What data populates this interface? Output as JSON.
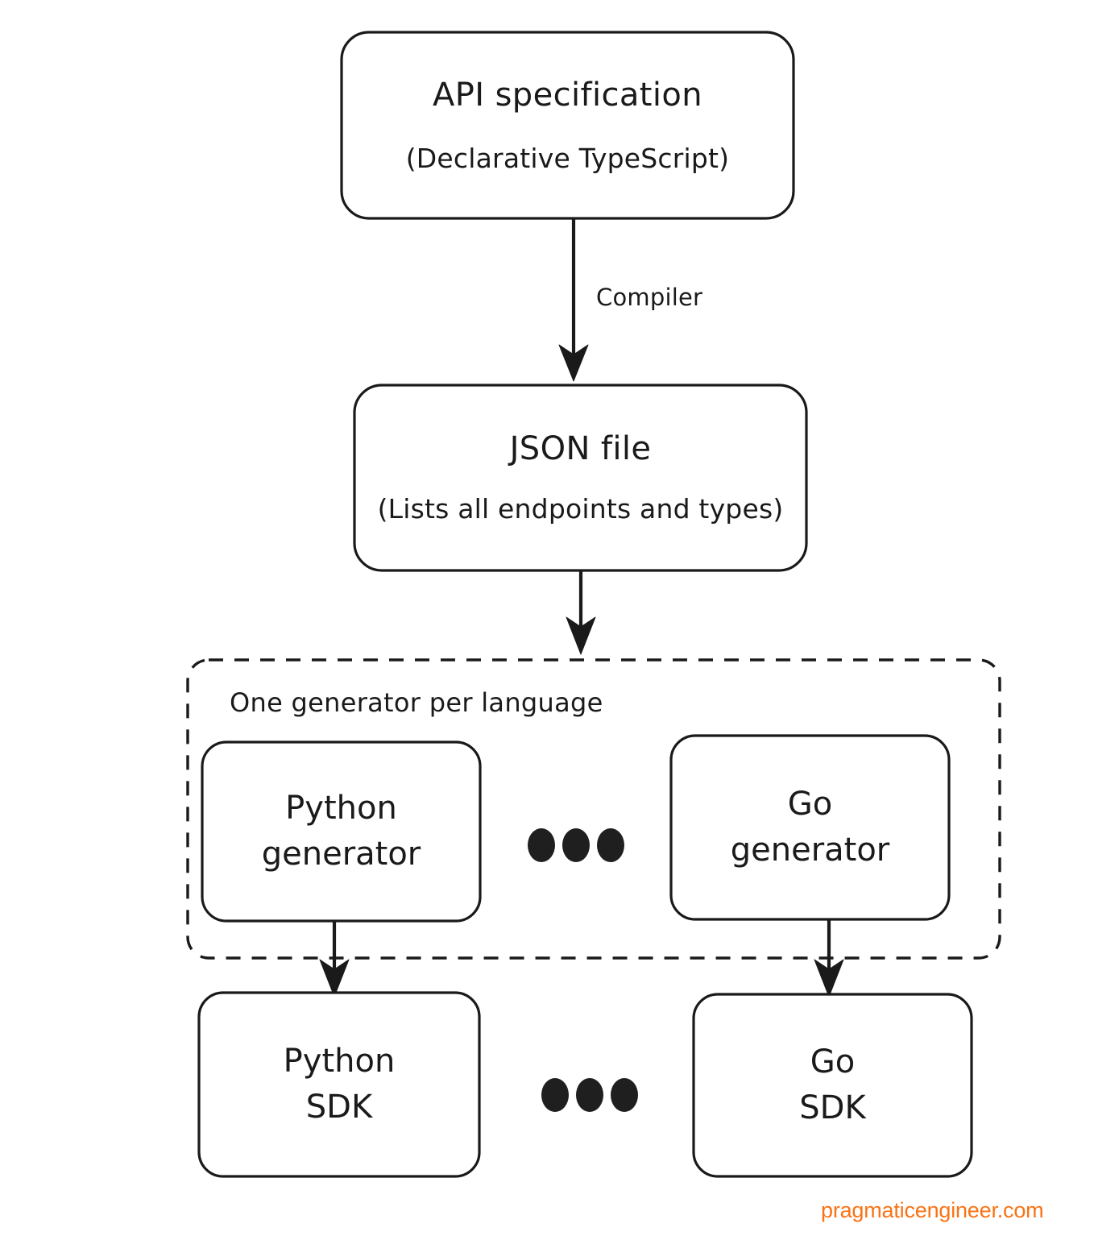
{
  "diagram": {
    "type": "flowchart",
    "direction": "top-to-bottom",
    "nodes": {
      "api_spec": {
        "title": "API specification",
        "subtitle": "(Declarative TypeScript)"
      },
      "json_file": {
        "title": "JSON file",
        "subtitle": "(Lists all endpoints and types)"
      },
      "python_generator": {
        "line1": "Python",
        "line2": "generator"
      },
      "go_generator": {
        "line1": "Go",
        "line2": "generator"
      },
      "python_sdk": {
        "line1": "Python",
        "line2": "SDK"
      },
      "go_sdk": {
        "line1": "Go",
        "line2": "SDK"
      }
    },
    "groups": {
      "generators": {
        "label": "One generator per language",
        "border_style": "dashed"
      }
    },
    "edges": [
      {
        "from": "api_spec",
        "to": "json_file",
        "label": "Compiler"
      },
      {
        "from": "json_file",
        "to": "generators",
        "label": ""
      },
      {
        "from": "python_generator",
        "to": "python_sdk",
        "label": ""
      },
      {
        "from": "go_generator",
        "to": "go_sdk",
        "label": ""
      }
    ],
    "ellipses": [
      {
        "name": "generator-row-ellipsis",
        "dots": 3
      },
      {
        "name": "sdk-row-ellipsis",
        "dots": 3
      }
    ]
  },
  "watermark": {
    "text": "pragmaticengineer.com",
    "color": "#f97316"
  },
  "colors": {
    "stroke": "#1a1a1a",
    "background": "#ffffff",
    "accent": "#f97316"
  }
}
